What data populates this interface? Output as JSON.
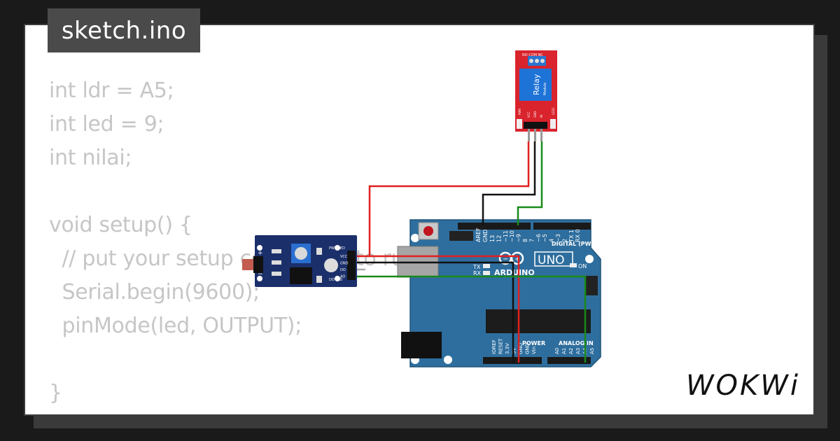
{
  "file": {
    "name": "sketch.ino"
  },
  "code": {
    "lines": [
      "int ldr = A5;",
      "int led = 9;",
      "int nilai;",
      "",
      "void setup() {",
      "  // put your setup code here, to run once:",
      "  Serial.begin(9600);",
      "  pinMode(led, OUTPUT);",
      "",
      "}"
    ]
  },
  "relay": {
    "title": "Relay",
    "subtitle": "Module",
    "top_pins": "NO COM NC",
    "pin_vcc": "VCC",
    "pin_gnd": "GND",
    "pin_in": "IN",
    "pwr": "PWR",
    "ind": "LED1"
  },
  "ldr_module": {
    "pins": [
      "VCC",
      "GND",
      "DO",
      "AO"
    ],
    "led1": "PWR LED",
    "led2": "DO LED",
    "plus": "+",
    "minus": "−"
  },
  "arduino": {
    "brand": "ARDUINO",
    "model": "UNO",
    "digital_label": "DIGITAL (PWM ~)",
    "on_label": "ON",
    "tx": "TX",
    "rx": "RX",
    "aref": "AREF",
    "gnd": "GND",
    "digital_pins": [
      "13",
      "12",
      "~11",
      "~10",
      "~9",
      "8",
      "7",
      "~6",
      "~5",
      "4",
      "~3",
      "2",
      "TX 1",
      "RX 0"
    ],
    "power_label": "POWER",
    "analog_label": "ANALOG IN",
    "power_pins": [
      "IOREF",
      "RESET",
      "3.3V",
      "5V",
      "GND",
      "GND",
      "Vin"
    ],
    "analog_pins": [
      "A0",
      "A1",
      "A2",
      "A3",
      "A4",
      "A5"
    ]
  },
  "brand": {
    "logo": "WOKWi"
  },
  "colors": {
    "wire_red": "#e02020",
    "wire_black": "#111111",
    "wire_green": "#1a8a1a",
    "board_blue": "#2e6e9e",
    "relay_red": "#d9232d",
    "relay_blue": "#1e73d6",
    "module_navy": "#1b2f6b"
  }
}
